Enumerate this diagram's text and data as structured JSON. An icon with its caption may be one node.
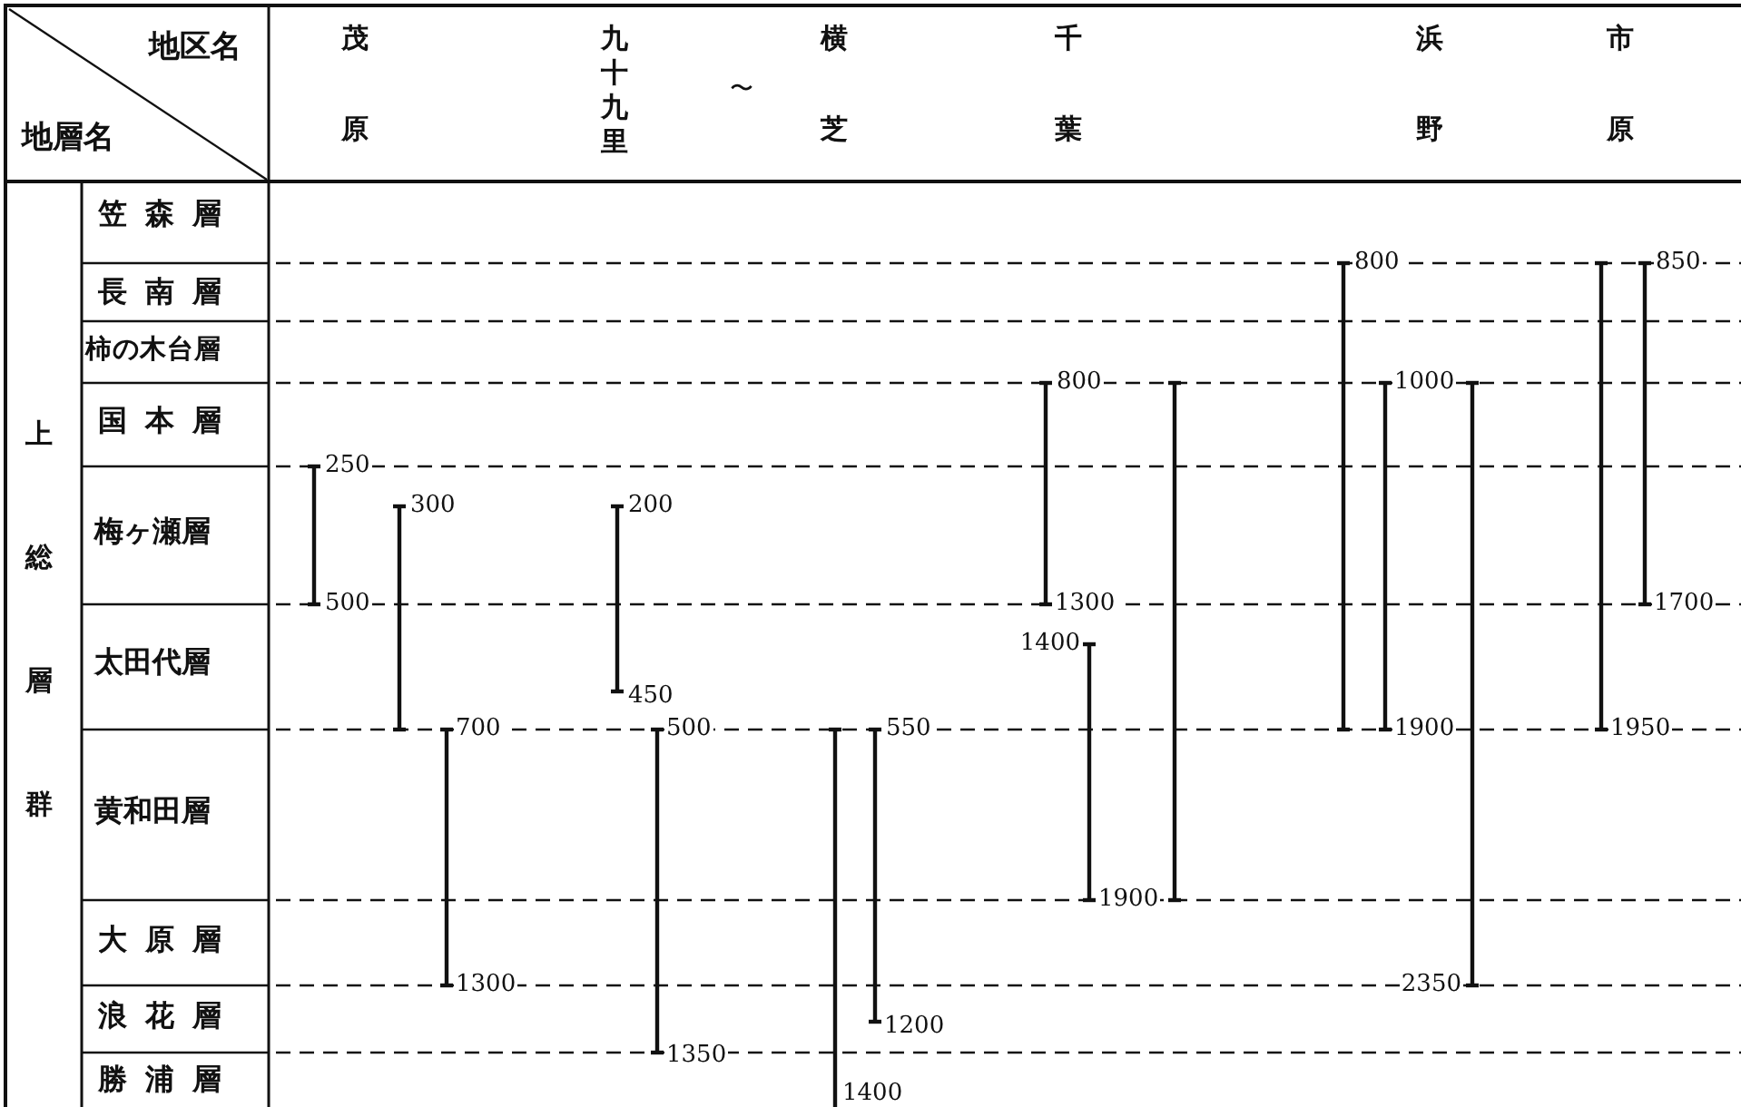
{
  "diagram": {
    "labels": [
      "地区名",
      "地層名",
      "茂原",
      "九十九里",
      "〜",
      "横芝",
      "千葉",
      "浜野",
      "市原",
      "上総層群",
      "笠森層",
      "長南層",
      "柿の木台層",
      "国本層",
      "梅ヶ瀬層",
      "太田代層",
      "黄和田層",
      "大原層",
      "浪花層",
      "勝浦層",
      "800",
      "850",
      "800",
      "1000",
      "250",
      "300",
      "200",
      "500",
      "1300",
      "1700",
      "1400",
      "450",
      "700",
      "500",
      "550",
      "1900",
      "1950",
      "1900",
      "1300",
      "2350",
      "1200",
      "1350",
      "1400"
    ]
  }
}
